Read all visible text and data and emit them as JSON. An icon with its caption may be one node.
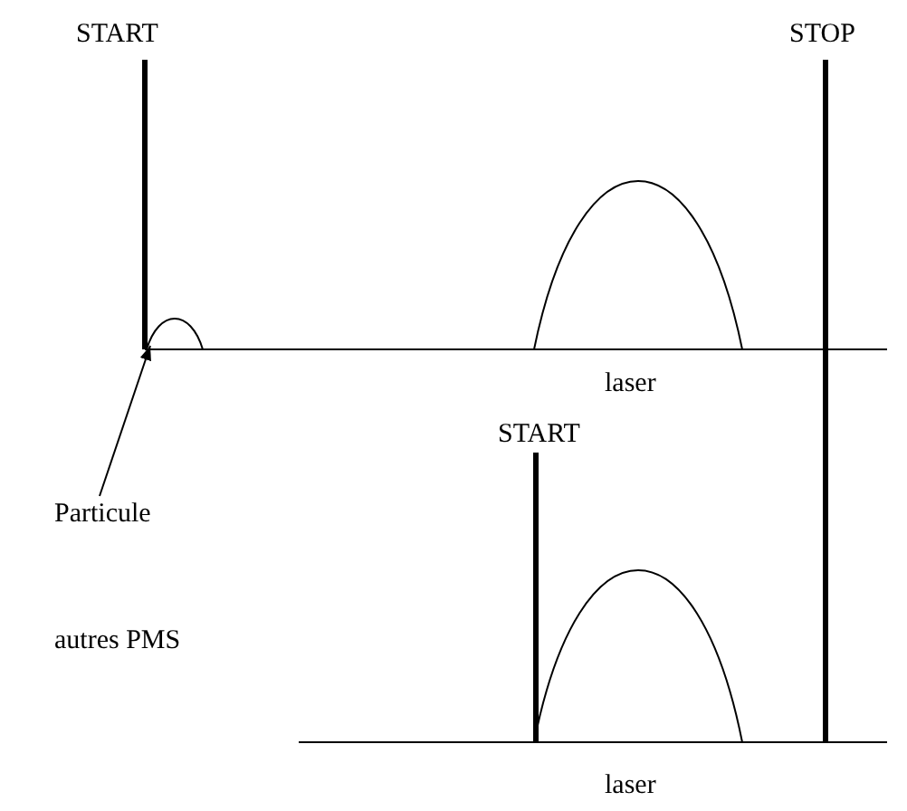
{
  "diagram": {
    "nodes": [
      {
        "text": [
          "Particule"
        ]
      },
      {
        "text": [],
        "shape": "picture"
      }
    ],
    "edges": [
      {
        "from": 0,
        "to": 1,
        "arrow": "to"
      }
    ],
    "labels": [
      "START",
      "STOP",
      "laser",
      "START",
      "autres PMS",
      "laser"
    ]
  }
}
